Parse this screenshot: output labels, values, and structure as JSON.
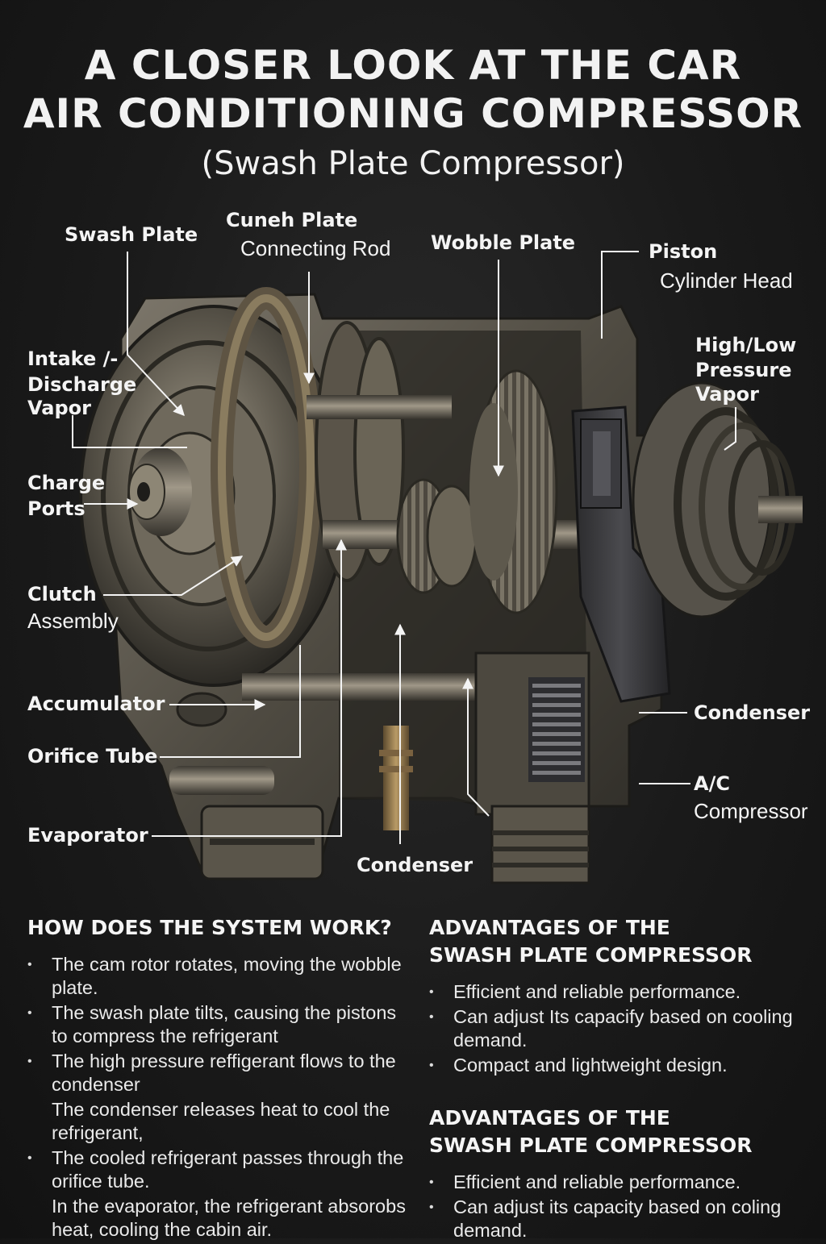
{
  "title": {
    "line1": "A CLOSER LOOK AT THE CAR",
    "line2": "AIR CONDITIONING COMPRESSOR",
    "subtitle": "(Swash Plate Compressor)"
  },
  "labels": {
    "swash_plate": "Swash Plate",
    "cuneh_plate": "Cuneh Plate",
    "connecting_rod": "Connecting Rod",
    "wobble_plate": "Wobble Plate",
    "piston": "Piston",
    "cylinder_head": "Cylinder Head",
    "intake_1": "Intake /-",
    "intake_2": "Discharge",
    "intake_3": "Vapor",
    "hl_1": "High/Low",
    "hl_2": "Pressure",
    "hl_3": "Vapor",
    "charge_1": "Charge",
    "charge_2": "Ports",
    "clutch_1": "Clutch",
    "clutch_2": "Assembly",
    "accumulator": "Accumulator",
    "orifice_tube": "Orifice Tube",
    "evaporator": "Evaporator",
    "condenser_bottom": "Condenser",
    "condenser_right": "Condenser",
    "ac_1": "A/C",
    "ac_2": "Compressor"
  },
  "how_it_works": {
    "heading": "HOW DOES THE SYSTEM WORK?",
    "items": [
      {
        "text": "The cam rotor rotates, moving the wobble plate.",
        "bullet": true
      },
      {
        "text": "The swash plate tilts, causing the pistons to compress the refrigerant",
        "bullet": true
      },
      {
        "text": "The high  pressure reffigerant flows to the condenser",
        "bullet": true
      },
      {
        "text": "The condenser releases heat to cool the refrigerant,",
        "bullet": false
      },
      {
        "text": "The cooled refrigerant passes through the orifice tube.",
        "bullet": true
      },
      {
        "text": "In the evaporator, the refrigerant absorobs heat, cooling the cabin air.",
        "bullet": false
      }
    ],
    "bullet_char": "•"
  },
  "advantages_1": {
    "heading_1": "ADVANTAGES OF THE",
    "heading_2": "SWASH PLATE COMPRESSOR",
    "items": [
      "Efficient and reliable performance.",
      "Can adjust Its capacify based on cooling demand.",
      "Compact and lightweight design."
    ]
  },
  "advantages_2": {
    "heading_1": "ADVANTAGES OF THE",
    "heading_2": "SWASH PLATE COMPRESSOR",
    "items": [
      "Efficient and reliable performance.",
      "Can adjust its capacity based on coling demand."
    ]
  },
  "colors": {
    "background": "#1a1a1a",
    "metal_dark": "#4a463d",
    "metal_light": "#8a8476",
    "brass": "#9a7d52",
    "text": "#f2f2f2"
  }
}
